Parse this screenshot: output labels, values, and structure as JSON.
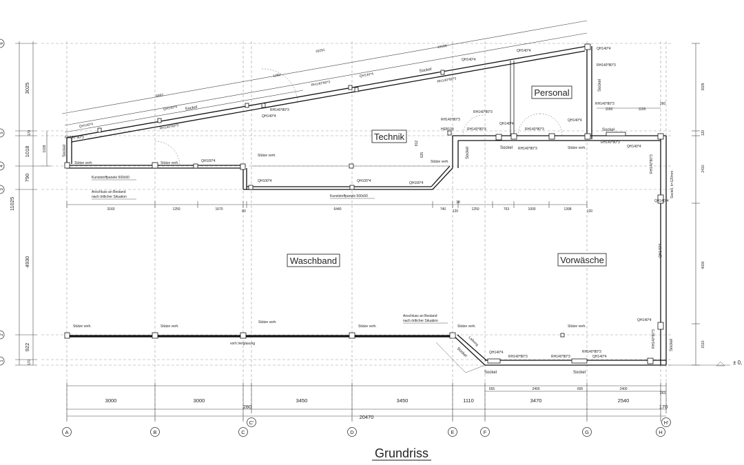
{
  "title": "Grundriss",
  "rooms": {
    "personal": "Personal",
    "technik": "Technik",
    "waschband": "Waschband",
    "vorwaesche": "Vorwäsche"
  },
  "axes_bottom": [
    "A",
    "B",
    "C",
    "C'",
    "D",
    "E",
    "F",
    "G",
    "H",
    "H'"
  ],
  "axes_left": [
    "6",
    "5",
    "4",
    "3",
    "2",
    "1"
  ],
  "dims_bottom": [
    "3000",
    "3000",
    "280",
    "3450",
    "3450",
    "1110",
    "3470",
    "2540",
    "170",
    "20470"
  ],
  "dims_bottom_small": [
    "655",
    "2400",
    "605",
    "2400",
    "263"
  ],
  "dims_left": [
    "3025",
    "170",
    "1018",
    "1028",
    "790",
    "11025",
    "4930",
    "922",
    "170"
  ],
  "dims_right": [
    "3005",
    "120",
    "2410",
    "4000",
    "1510"
  ],
  "dims_mid_row": [
    "3160",
    "1250",
    "1670",
    "80",
    "6440",
    "740",
    "38",
    "120",
    "1250",
    "763",
    "1000",
    "1398",
    "120"
  ],
  "dims_top": [
    "16291",
    "10169",
    "6862",
    "1250",
    "1160",
    "1100",
    "260",
    "625",
    "812"
  ],
  "labels": {
    "sockel": "Sockel",
    "stuetze": "Stütze verh.",
    "kunststoff": "Kunststoffpanele 500x50",
    "anschluss_line1": "Anschluss an Bestand",
    "anschluss_line2": "nach örtlicher Situation",
    "verglasung": "vorh.Verglasung",
    "laibung": "Laibung",
    "sockel_right": "Sockel, b=120mm",
    "level": "± 0,"
  },
  "profiles": {
    "qh140": "QH140*4",
    "rh140": "RH140*80*3",
    "qh100": "QH100*4",
    "heb": "HEB100"
  }
}
